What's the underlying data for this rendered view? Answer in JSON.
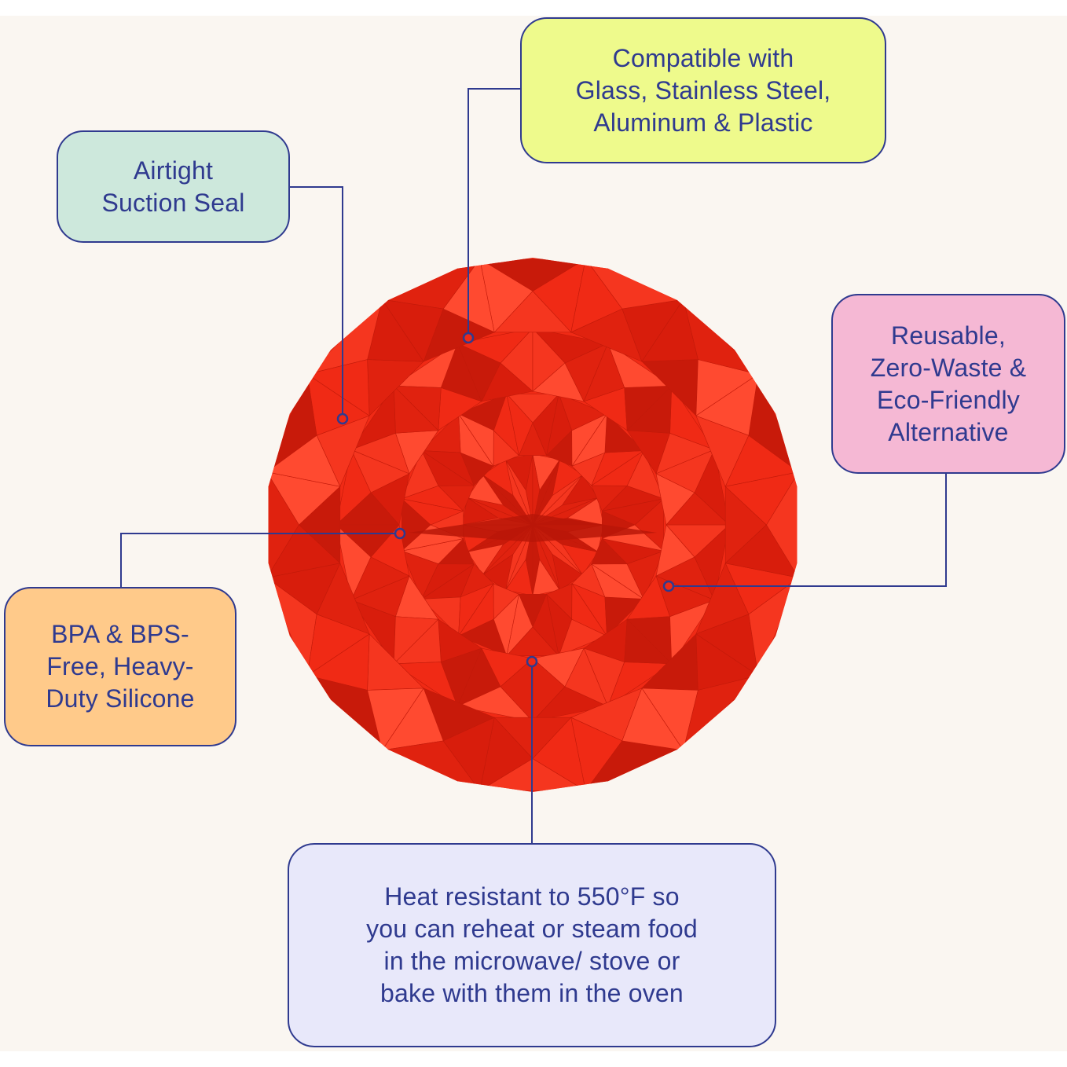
{
  "callouts": {
    "suction": {
      "text": "Airtight\nSuction Seal",
      "color": "#cde8dc"
    },
    "compat": {
      "text": "Compatible with\nGlass, Stainless Steel,\nAluminum & Plastic",
      "color": "#eefa8c"
    },
    "reusable": {
      "text": "Reusable,\nZero-Waste &\nEco-Friendly\nAlternative",
      "color": "#f5b8d4"
    },
    "bpa": {
      "text": "BPA & BPS-\nFree, Heavy-\nDuty Silicone",
      "color": "#ffca8a"
    },
    "heat": {
      "text": "Heat resistant to 550°F so\nyou can reheat or steam food\nin the microwave/ stove or\nbake with them in the oven",
      "color": "#e8e8fa"
    }
  },
  "colors": {
    "background": "#faf6f1",
    "line": "#2f3a8f",
    "lid": "#f02a15",
    "lid_dark": "#c81a0a",
    "lid_light": "#ff4a30"
  }
}
